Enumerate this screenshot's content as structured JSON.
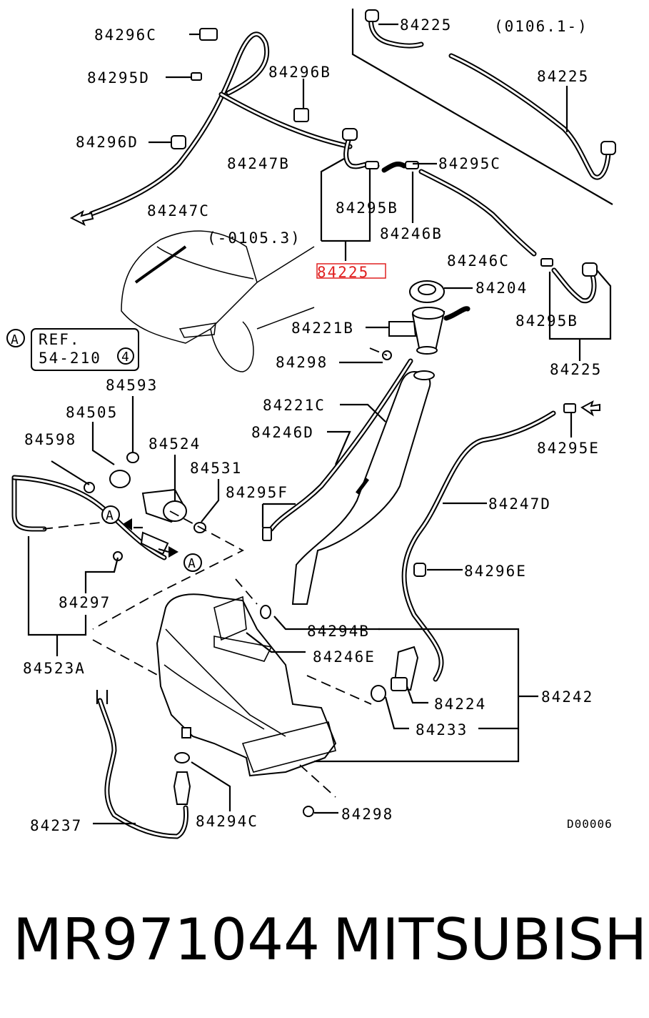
{
  "diagram": {
    "callouts": {
      "p84296C": "84296C",
      "p84295D": "84295D",
      "p84296B": "84296B",
      "p84225_top": "84225",
      "p84225_right": "84225",
      "date_new": "(0106.1-)",
      "p84296D": "84296D",
      "p84247B": "84247B",
      "p84295C": "84295C",
      "p84247C": "84247C",
      "p84295B_a": "84295B",
      "p84246B": "84246B",
      "date_old": "(-0105.3)",
      "p84225_highlight": "84225",
      "p84246C": "84246C",
      "p84204": "84204",
      "p84221B": "84221B",
      "p84295B_b": "84295B",
      "p84298_a": "84298",
      "p84225_lower": "84225",
      "ref_circle": "A",
      "ref_text": "REF.",
      "ref_section": "54-210",
      "ref_num": "4",
      "p84593": "84593",
      "p84221C": "84221C",
      "p84505": "84505",
      "p84246D": "84246D",
      "p84598": "84598",
      "p84524": "84524",
      "p84295E": "84295E",
      "p84531": "84531",
      "p84295F": "84295F",
      "p84247D": "84247D",
      "marker_a1": "A",
      "marker_a2": "A",
      "p84296E": "84296E",
      "p84297": "84297",
      "p84294B": "84294B",
      "p84523A": "84523A",
      "p84246E": "84246E",
      "p84242": "84242",
      "p84224": "84224",
      "p84233": "84233",
      "p84237": "84237",
      "p84294C": "84294C",
      "p84298_b": "84298",
      "drawing_code": "D00006"
    },
    "highlight_color": "#e02020"
  },
  "caption": {
    "part_number": "MR971044",
    "brand": "MITSUBISHI"
  }
}
